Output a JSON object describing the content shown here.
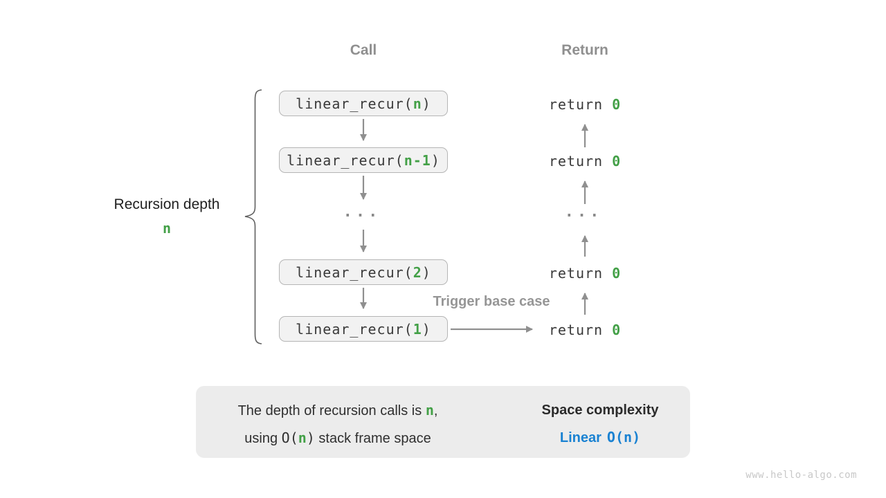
{
  "colors": {
    "green_highlight": "#43a047",
    "blue_result": "#1a82d2",
    "arrow_gray": "#8f8f8f",
    "box_fill": "#f2f2f2",
    "summary_fill": "#ececec"
  },
  "headers": {
    "call": "Call",
    "return_col": "Return"
  },
  "call_stack": [
    {
      "pre": "linear_recur(",
      "arg": "n",
      "post": ")"
    },
    {
      "pre": "linear_recur(",
      "arg": "n-1",
      "post": ")"
    },
    {
      "pre": "linear_recur(",
      "arg": "2",
      "post": ")"
    },
    {
      "pre": "linear_recur(",
      "arg": "1",
      "post": ")"
    }
  ],
  "returns": [
    {
      "keyword": "return ",
      "value": "0"
    },
    {
      "keyword": "return ",
      "value": "0"
    },
    {
      "keyword": "return ",
      "value": "0"
    },
    {
      "keyword": "return ",
      "value": "0"
    }
  ],
  "ellipsis": "...",
  "depth_label": {
    "text": "Recursion depth",
    "value": "n"
  },
  "trigger_label": "Trigger base case",
  "summary": {
    "line1_pre": "The depth of recursion calls is ",
    "line1_arg": "n",
    "line1_post": ",",
    "line2_pre": "using ",
    "line2_code_open": "O(",
    "line2_arg": "n",
    "line2_code_close": ")",
    "line2_post": " stack frame space",
    "result_title": "Space complexity",
    "result_label": "Linear",
    "result_code_open": "O(",
    "result_arg": "n",
    "result_code_close": ")"
  },
  "watermark": "www.hello-algo.com"
}
